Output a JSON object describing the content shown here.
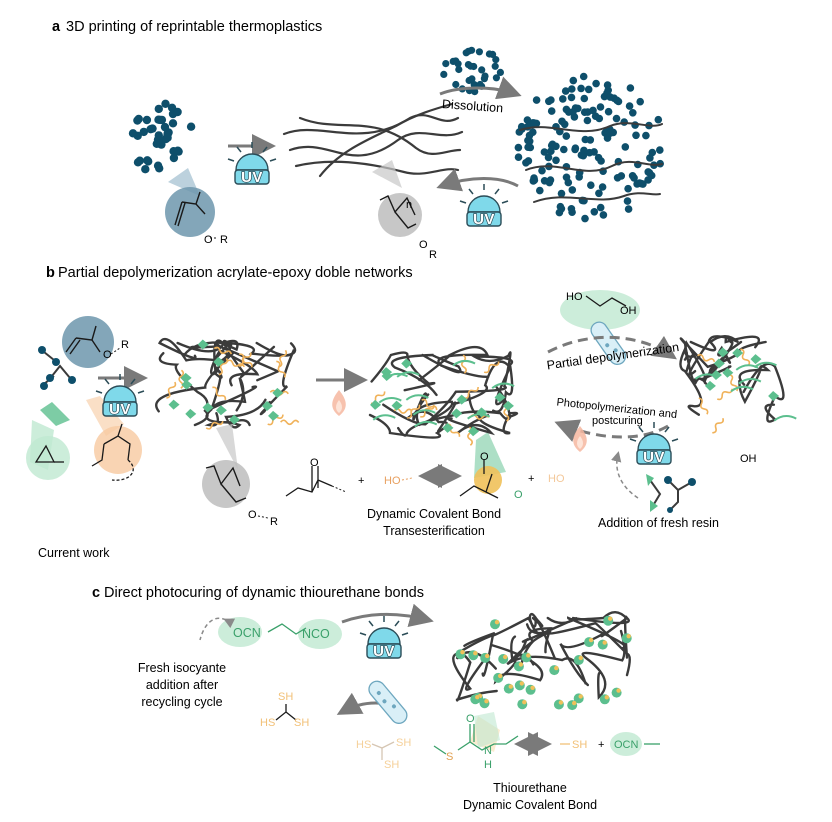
{
  "colors": {
    "monomer_dot": "#0e4f6b",
    "polymer_strand": "#3b3b3b",
    "arrow_gray": "#7a7a7a",
    "uv_fill": "#7fd9ea",
    "acrylate_bubble": "#6d97ad",
    "epoxy_green": "#5cbf8e",
    "anhydride_orange": "#f7c9a0",
    "wavy_orange": "#f0b25a",
    "hydroxyl_faded": "#f3c89a",
    "thiol_faded": "#f2c178",
    "flame": "#f6b7a0",
    "highlight_green": "#bfe8d1"
  },
  "icons": [
    "uv-lamp-icon",
    "flame-icon",
    "test-tube-icon",
    "equilibrium-arrow-icon"
  ],
  "panel_a": {
    "letter": "a",
    "title": "3D printing of reprintable thermoplastics",
    "uv": "UV",
    "dissolution": "Dissolution",
    "or": "O",
    "r": "R",
    "n": "n"
  },
  "panel_b": {
    "letter": "b",
    "title": "Partial depolymerization acrylate-epoxy doble networks",
    "uv": "UV",
    "ho": "HO",
    "oh": "OH",
    "partial": "Partial depolymerization",
    "photopoly_1": "Photopolymerization and",
    "photopoly_2": "postcuring",
    "oh_end": "OH",
    "r1": "R",
    "r2": "R",
    "o": "O",
    "plus1": "+",
    "plus2": "+",
    "ho_small1": "HO",
    "ho_small2": "HO",
    "dcb_1": "Dynamic Covalent Bond",
    "dcb_2": "Transesterification",
    "fresh_resin": "Addition of fresh resin",
    "current_work": "Current work"
  },
  "panel_c": {
    "letter": "c",
    "title": "Direct photocuring of dynamic thiourethane bonds",
    "uv": "UV",
    "ocn": "OCN",
    "nco": "NCO",
    "fresh_1": "Fresh isocyante",
    "fresh_2": "addition after",
    "fresh_3": "recycling cycle",
    "sh": "SH",
    "hs": "HS",
    "o": "O",
    "s": "S",
    "n": "N",
    "h": "H",
    "plus": "+",
    "ocn_right": "OCN",
    "thio_1": "Thiourethane",
    "thio_2": "Dynamic Covalent Bond"
  }
}
